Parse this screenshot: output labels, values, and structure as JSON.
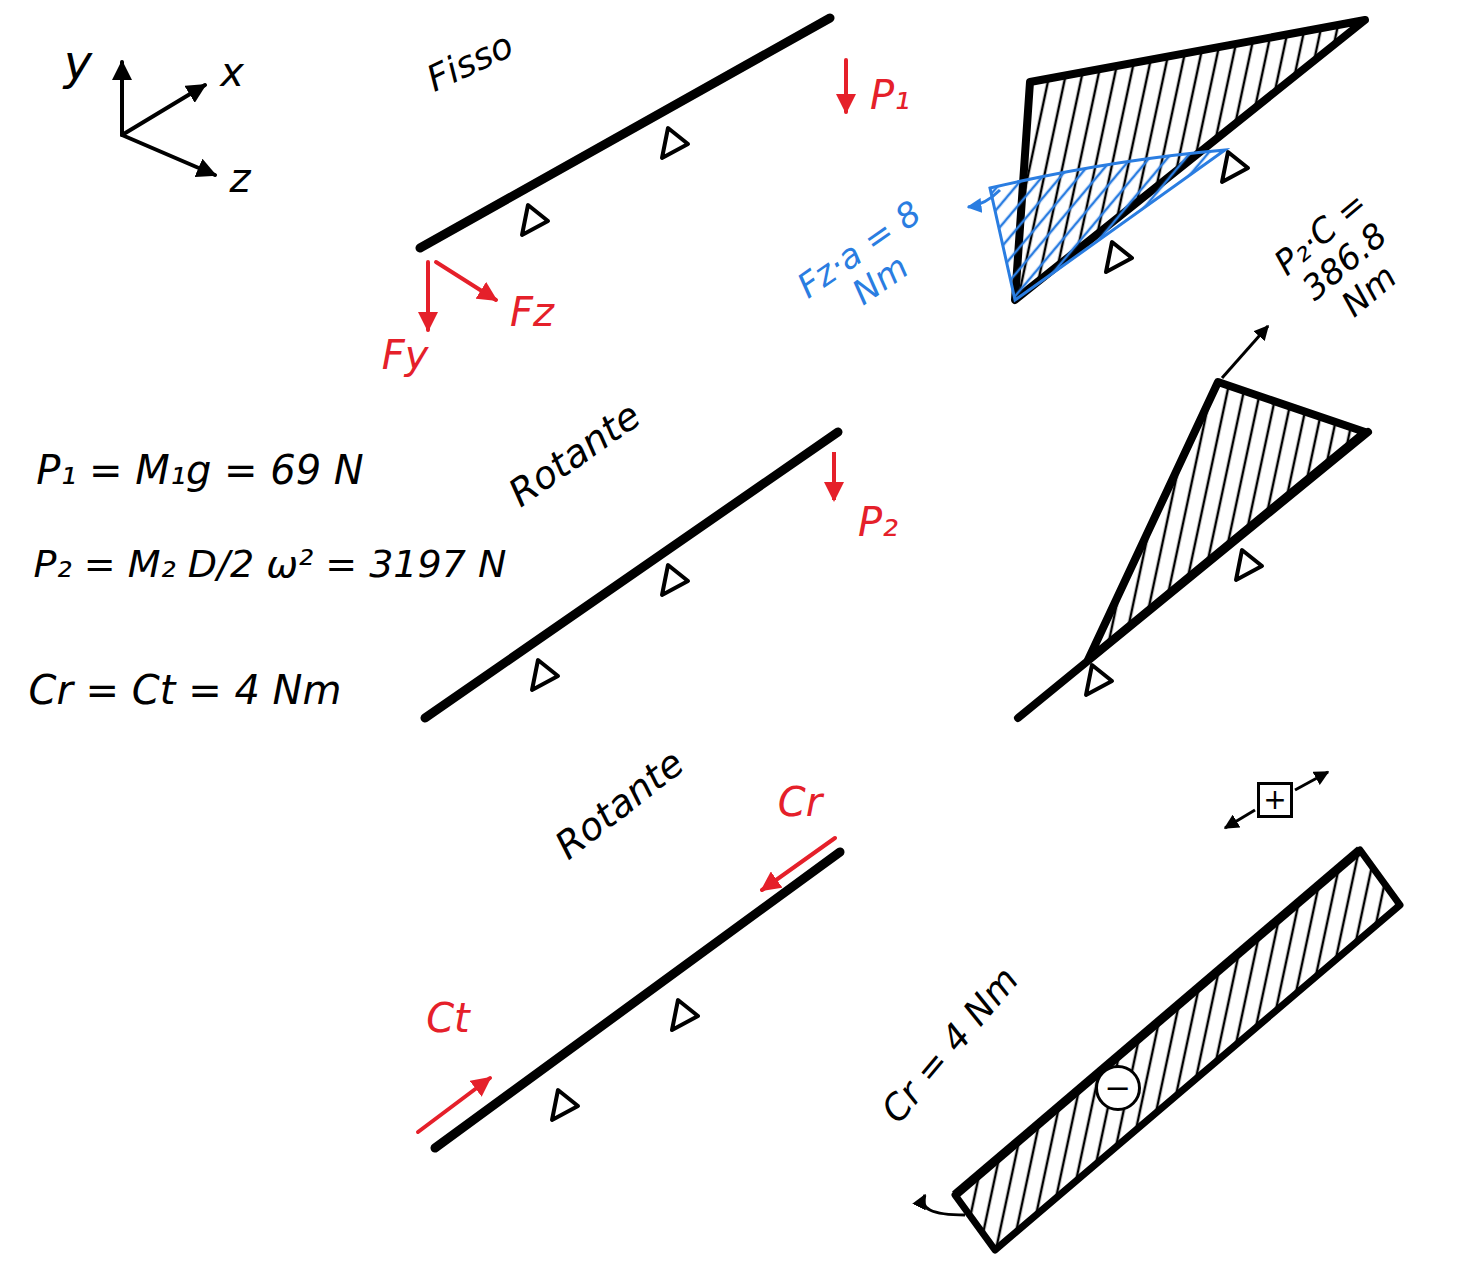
{
  "diagram": {
    "labels": [
      "y",
      "x",
      "z",
      "Fisso",
      "P₁",
      "Fy",
      "Fz",
      "Fz·a = 8 Nm",
      "P₂·C = 386.8 Nm",
      "Rotante",
      "P₂",
      "P₁ = M₁g = 69 N",
      "P₂ = M₂ D/2 ω² = 3197 N",
      "Cr = Ct = 4 Nm",
      "Rotante",
      "Cr",
      "Ct",
      "Cr = 4 Nm",
      "−",
      "+"
    ]
  }
}
